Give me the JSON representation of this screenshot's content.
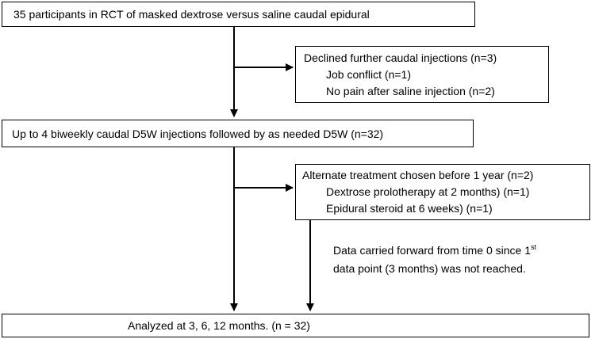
{
  "boxes": {
    "enrolled": "35 participants in RCT of masked dextrose versus saline caudal epidural",
    "declined": {
      "title": "Declined further caudal injections (n=3)",
      "items": [
        "Job conflict  (n=1)",
        "No pain after saline injection  (n=2)"
      ]
    },
    "treatment": "Up to 4 biweekly caudal D5W injections  followed by as needed D5W (n=32)",
    "alternate": {
      "title": "Alternate treatment chosen before 1 year (n=2)",
      "items": [
        "Dextrose prolotherapy at 2 months)  (n=1)",
        "Epidural steroid at 6 weeks)  (n=1)"
      ]
    },
    "analyzed": "Analyzed at 3, 6, 12 months. (n = 32)"
  },
  "note": {
    "line1_pre": "Data carried forward from time 0 since 1",
    "line1_sup": "st",
    "line2": "data point  (3 months) was not reached."
  }
}
